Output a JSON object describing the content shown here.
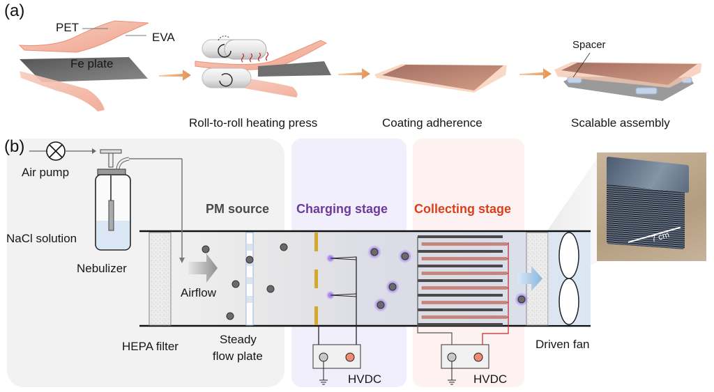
{
  "panel_a": {
    "letter": "(a)",
    "labels": {
      "pet": "PET",
      "eva": "EVA",
      "fe_plate": "Fe plate",
      "spacer": "Spacer"
    },
    "steps": [
      {
        "caption": "Roll-to-roll heating press"
      },
      {
        "caption": "Coating adherence"
      },
      {
        "caption": "Scalable assembly"
      }
    ]
  },
  "panel_b": {
    "letter": "(b)",
    "labels": {
      "air_pump": "Air pump",
      "nacl_solution": "NaCl solution",
      "nebulizer": "Nebulizer",
      "airflow": "Airflow",
      "hepa_filter": "HEPA filter",
      "steady_flow_plate_line1": "Steady",
      "steady_flow_plate_line2": "flow plate",
      "driven_fan": "Driven fan",
      "hvdc_charging": "HVDC",
      "hvdc_collecting": "HVDC",
      "photo_scale": "7 cm"
    },
    "stages": [
      {
        "title": "PM source",
        "color": "#4a4a4a"
      },
      {
        "title": "Charging stage",
        "color": "#6b3a9c"
      },
      {
        "title": "Collecting stage",
        "color": "#d8401c"
      }
    ]
  },
  "colors": {
    "pm_source_bg": "#f2f2f2",
    "charging_bg": "#f2effd",
    "collecting_bg": "#fdf1f1",
    "arrow_orange": "#e8a06a",
    "electrode_gold": "#d4a82c",
    "wire_red": "#c0282a",
    "particle": "#6a6a6a",
    "charge_glow": "#9a6cf0"
  }
}
